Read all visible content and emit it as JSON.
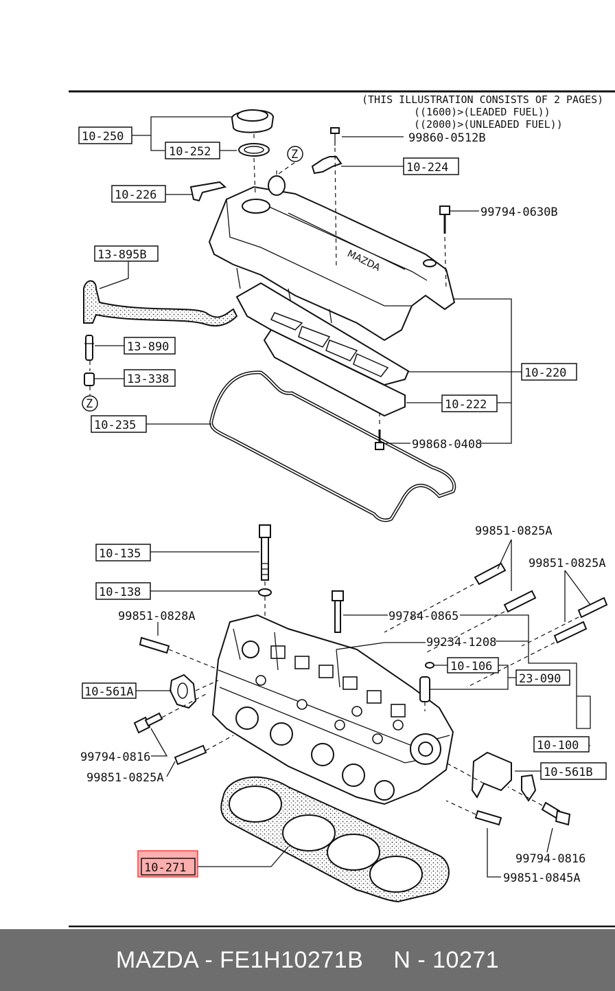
{
  "notes": {
    "line1": "(THIS ILLUSTRATION CONSISTS OF  2 PAGES)",
    "line2": "((1600)>(LEADED FUEL))",
    "line3": "((2000)>(UNLEADED FUEL))"
  },
  "labels": {
    "p10_250": "10-250",
    "p10_252": "10-252",
    "p99860": "99860-0512B",
    "p10_224": "10-224",
    "p10_226": "10-226",
    "p99794_0630": "99794-0630B",
    "p13_895": "13-895B",
    "p13_890": "13-890",
    "p13_338": "13-338",
    "p10_220": "10-220",
    "p10_222": "10-222",
    "p10_235": "10-235",
    "p99868": "99868-0408",
    "p99851_a1": "99851-0825A",
    "p99851_a2": "99851-0825A",
    "p10_135": "10-135",
    "p10_138": "10-138",
    "p99851_0828": "99851-0828A",
    "p99784": "99784-0865",
    "p99234": "99234-1208",
    "p10_106": "10-106",
    "p23_090": "23-090",
    "p10_561a": "10-561A",
    "p10_100": "10-100",
    "p99794_0816a": "99794-0816",
    "p99851_a3": "99851-0825A",
    "p10_561b": "10-561B",
    "p10_271": "10-271",
    "p99794_0816b": "99794-0816",
    "p99851_0845": "99851-0845A",
    "z1": "Z",
    "z2": "Z"
  },
  "highlight": {
    "part": "10-271",
    "color": "#ff3b3b"
  },
  "footer": {
    "brand_part": "MAZDA - FE1H10271B",
    "ref": "N - 10271"
  }
}
